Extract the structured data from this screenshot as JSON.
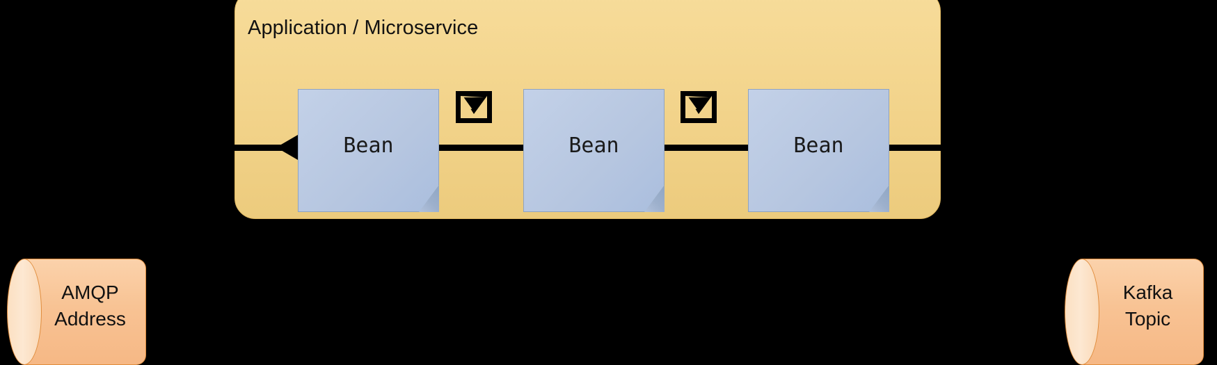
{
  "diagram": {
    "title": "Application / Microservice",
    "panel_color": "#f2d38a",
    "bean_color": "#b6c6e0",
    "cylinder_color": "#f8c394",
    "background_color": "#000000"
  },
  "beans": [
    {
      "label": "Bean"
    },
    {
      "label": "Bean"
    },
    {
      "label": "Bean"
    }
  ],
  "envelopes": [
    {
      "name": "message-envelope"
    },
    {
      "name": "message-envelope"
    }
  ],
  "endpoints": {
    "left": {
      "line1": "AMQP",
      "line2": "Address"
    },
    "right": {
      "line1": "Kafka",
      "line2": "Topic"
    }
  }
}
